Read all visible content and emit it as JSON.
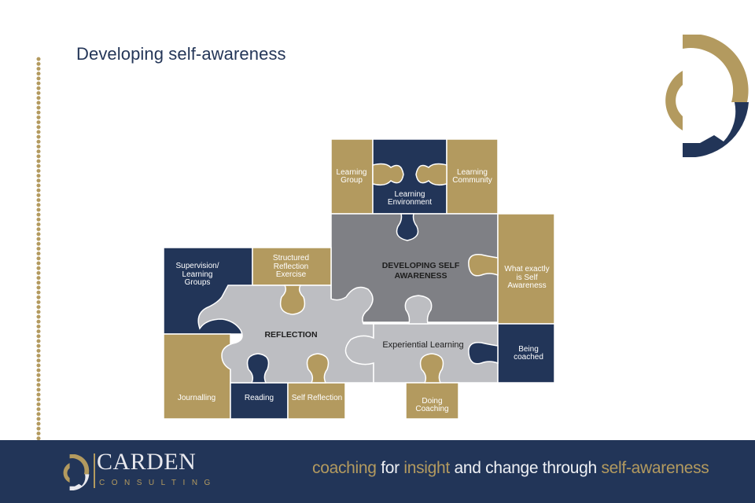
{
  "slide": {
    "title": "Developing self-awareness"
  },
  "colors": {
    "navy": "#223558",
    "gold": "#b39a5f",
    "dark_grey": "#7f8085",
    "light_grey": "#bdbec2",
    "white": "#ffffff"
  },
  "diagram": {
    "type": "jigsaw-puzzle",
    "pieces": {
      "learning_group": "Learning Group",
      "learning_environment": "Learning Environment",
      "learning_community": "Learning Community",
      "developing_self_awareness": "DEVELOPING SELF AWARENESS",
      "what_is_self_awareness": "What exactly is Self Awareness",
      "supervision": "Supervision/ Learning Groups",
      "structured_reflection": "Structured Reflection Exercise",
      "reflection": "REFLECTION",
      "experiential_learning": "Experiential Learning",
      "being_coached": "Being coached",
      "journalling": "Journalling",
      "reading": "Reading",
      "self_reflection": "Self Reflection",
      "doing_coaching": "Doing Coaching"
    }
  },
  "footer": {
    "brand_name": "CARDEN",
    "brand_sub": "CONSULTING",
    "tagline": {
      "p1": "coaching",
      "p2": " for ",
      "p3": "insight",
      "p4": " and change through ",
      "p5": "self-awareness"
    }
  }
}
